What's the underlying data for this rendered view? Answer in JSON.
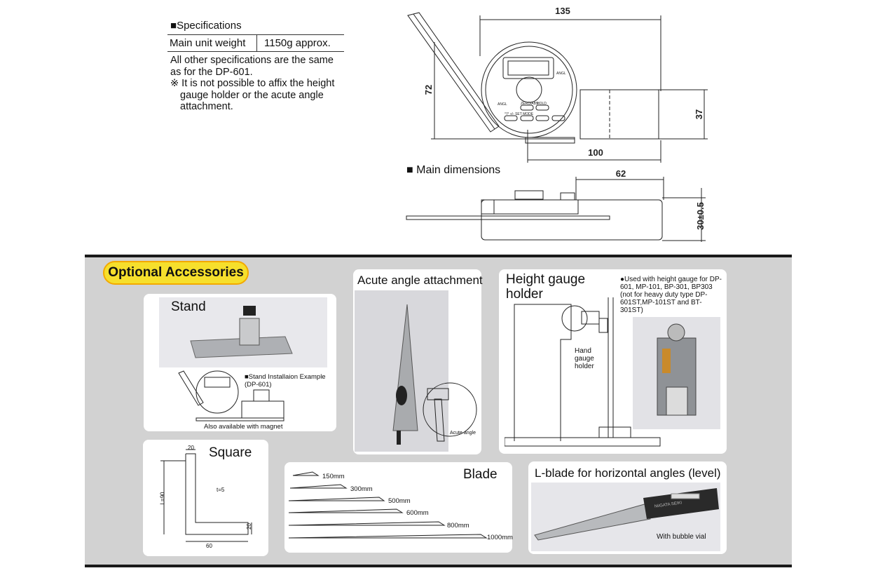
{
  "specifications": {
    "heading": "Specifications",
    "weight_label": "Main unit weight",
    "weight_value": "1150g approx.",
    "note_1": "All other specifications are the same as for the DP-601.",
    "note_2": "※ It is not possible to affix the height gauge holder or the acute angle attachment."
  },
  "main_dimensions": {
    "heading": "Main dimensions",
    "dim_135": "135",
    "dim_72": "72",
    "dim_37": "37",
    "dim_100": "100",
    "dim_62": "62",
    "dim_30": "30±0.5"
  },
  "device_labels": {
    "button_1": "ZERO/ABS",
    "button_2": "HOLD",
    "button_3": "°'/°  +/- SET  MODE",
    "brand_small": "ANGL",
    "brand_small_2": "ANGL"
  },
  "accessories": {
    "heading": "Optional Accessories",
    "stand": {
      "title": "Stand",
      "install_label": "■Stand Installaion Example (DP-601)",
      "magnet_note": "Also available with magnet"
    },
    "acute": {
      "title": "Acute angle attachment",
      "label": "Acute angle"
    },
    "height_gauge": {
      "title": "Height gauge holder",
      "note": "●Used with height gauge for DP-601, MP-101, BP-301, BP303 (not for heavy duty type DP-601ST,MP-101ST and BT-301ST)",
      "hand_label": "Hand gauge holder"
    },
    "square": {
      "title": "Square",
      "dim_top": "20",
      "dim_side": "L=90",
      "dim_thick": "t=5",
      "dim_right": "20",
      "dim_bottom": "60"
    },
    "blade": {
      "title": "Blade",
      "sizes": [
        "150mm",
        "300mm",
        "500mm",
        "600mm",
        "800mm",
        "1000mm"
      ]
    },
    "lblade": {
      "title": "L-blade for horizontal angles (level)",
      "vial_label": "With bubble vial",
      "brand": "NiIGATA SEIKI"
    }
  }
}
